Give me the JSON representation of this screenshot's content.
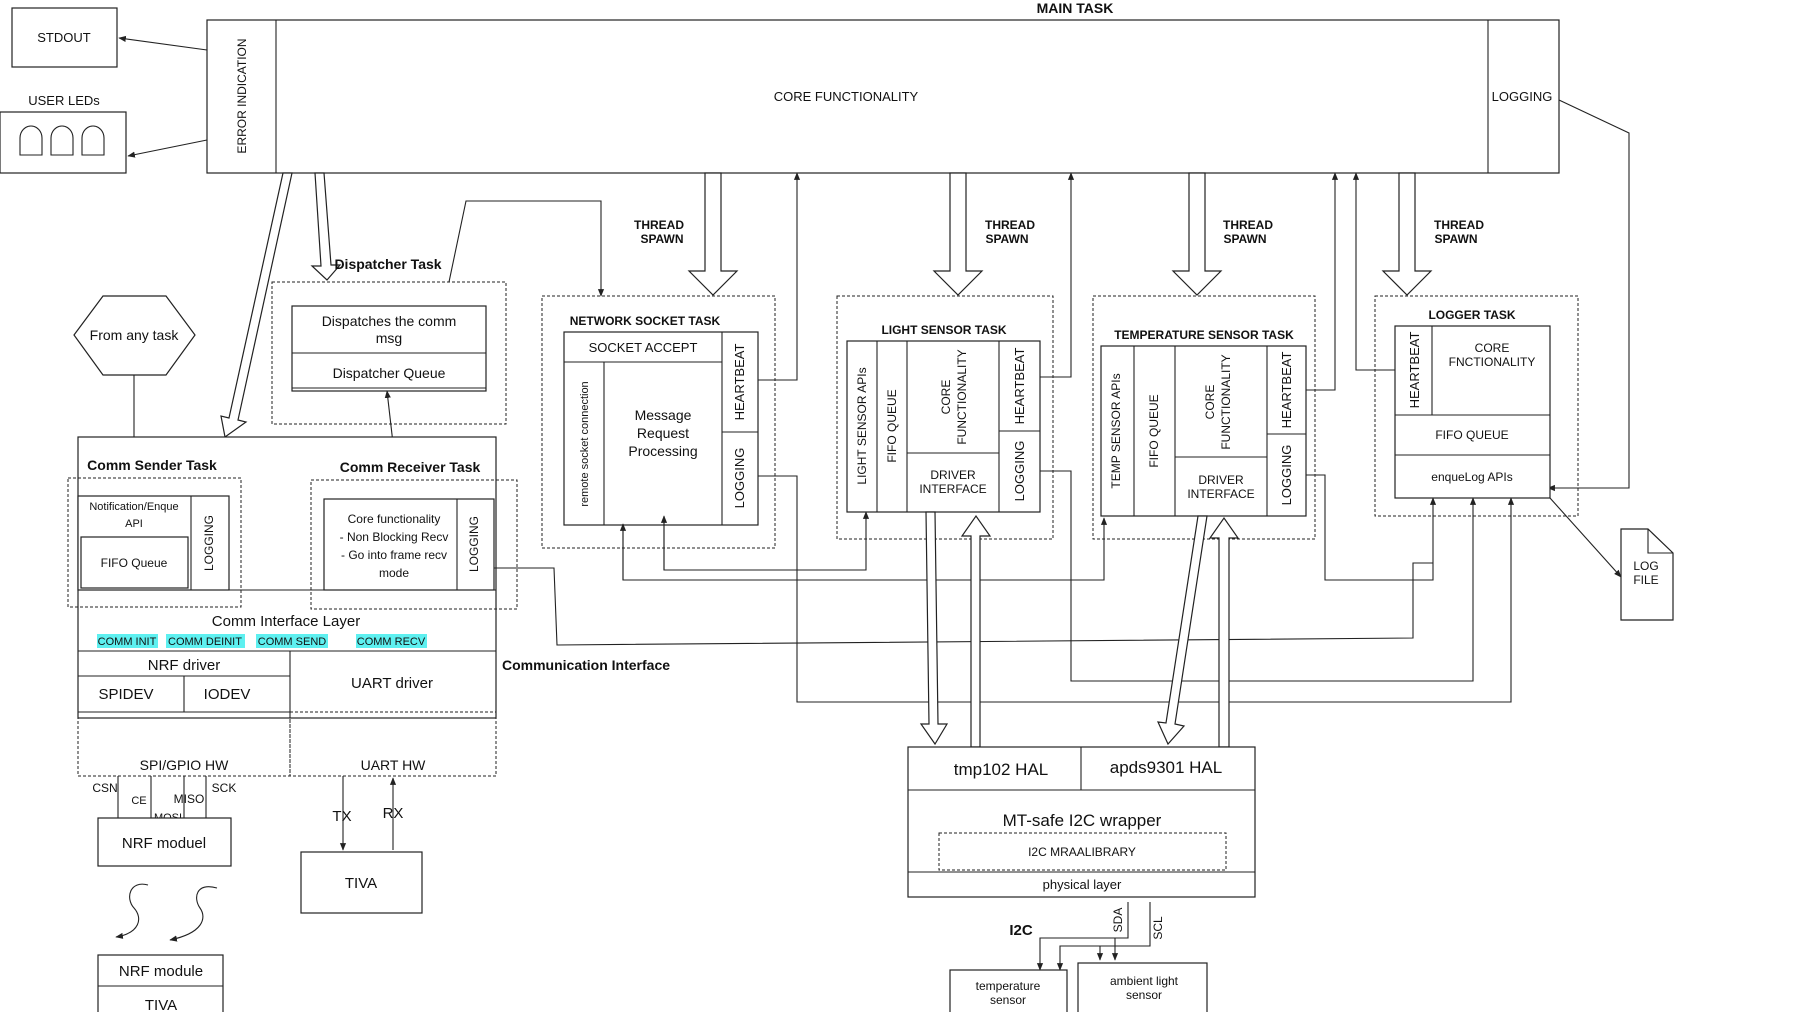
{
  "main_task": {
    "title": "MAIN TASK",
    "error_indication": "ERROR INDICATION",
    "core": "CORE FUNCTIONALITY",
    "logging": "LOGGING"
  },
  "stdout": "STDOUT",
  "user_leds": "USER LEDs",
  "thread_spawn": [
    "THREAD",
    "SPAWN"
  ],
  "from_any_task": "From any task",
  "dispatcher": {
    "title": "Dispatcher Task",
    "msg": [
      "Dispatches the comm",
      "msg"
    ],
    "queue": "Dispatcher Queue"
  },
  "network": {
    "title": "NETWORK SOCKET TASK",
    "socket_accept": "SOCKET ACCEPT",
    "remote": "remote socket connection",
    "processing": [
      "Message",
      "Request",
      "Processing"
    ],
    "heartbeat": "HEARTBEAT",
    "logging": "LOGGING"
  },
  "light": {
    "title": "LIGHT SENSOR TASK",
    "apis": "LIGHT SENSOR APIs",
    "fifo": "FIFO QUEUE",
    "core": [
      "CORE",
      "FUNCTIONALITY"
    ],
    "driver": [
      "DRIVER",
      "INTERFACE"
    ],
    "heartbeat": "HEARTBEAT",
    "logging": "LOGGING"
  },
  "temp": {
    "title": "TEMPERATURE SENSOR TASK",
    "apis": "TEMP SENSOR APIs",
    "fifo": "FIFO QUEUE",
    "core": [
      "CORE",
      "FUNCTIONALITY"
    ],
    "driver": [
      "DRIVER",
      "INTERFACE"
    ],
    "heartbeat": "HEARTBEAT",
    "logging": "LOGGING"
  },
  "logger": {
    "title": "LOGGER TASK",
    "heartbeat": "HEARTBEAT",
    "core": [
      "CORE",
      "FNCTIONALITY"
    ],
    "fifo": "FIFO QUEUE",
    "apis": "enqueLog APIs"
  },
  "log_file": [
    "LOG",
    "FILE"
  ],
  "comm_sender": {
    "title": "Comm Sender Task",
    "api": [
      "Notification/Enque",
      "API"
    ],
    "fifo": "FIFO Queue",
    "logging": "LOGGING"
  },
  "comm_receiver": {
    "title": "Comm Receiver Task",
    "core": [
      "Core functionality",
      "- Non Blocking Recv",
      "- Go into frame recv",
      "mode"
    ],
    "logging": "LOGGING"
  },
  "comm_interface_layer": "Comm Interface Layer",
  "comm_apis": [
    "COMM INIT",
    "COMM DEINIT",
    "COMM SEND",
    "COMM RECV"
  ],
  "communication_interface": "Communication Interface",
  "nrf_driver": "NRF driver",
  "spidev": "SPIDEV",
  "iodev": "IODEV",
  "uart_driver": "UART driver",
  "spi_gpio_hw": "SPI/GPIO HW",
  "uart_hw": "UART HW",
  "pins": {
    "csn": "CSN",
    "ce": "CE",
    "mosi": "MOSI",
    "miso": "MISO",
    "sck": "SCK"
  },
  "tx": "TX",
  "rx": "RX",
  "nrf_moduel": "NRF moduel",
  "tiva": "TIVA",
  "nrf_module": "NRF module",
  "hal": {
    "tmp102": "tmp102 HAL",
    "apds9301": "apds9301 HAL",
    "wrapper": "MT-safe I2C wrapper",
    "mraa": "I2C MRAALIBRARY",
    "physical": "physical layer"
  },
  "i2c": "I2C",
  "sda": "SDA",
  "scl": "SCL",
  "temperature_sensor": [
    "temperature",
    "sensor"
  ],
  "ambient_light_sensor": [
    "ambient light",
    "sensor"
  ],
  "colors": {
    "highlight": "#5ef0f0",
    "stroke": "#222222"
  }
}
